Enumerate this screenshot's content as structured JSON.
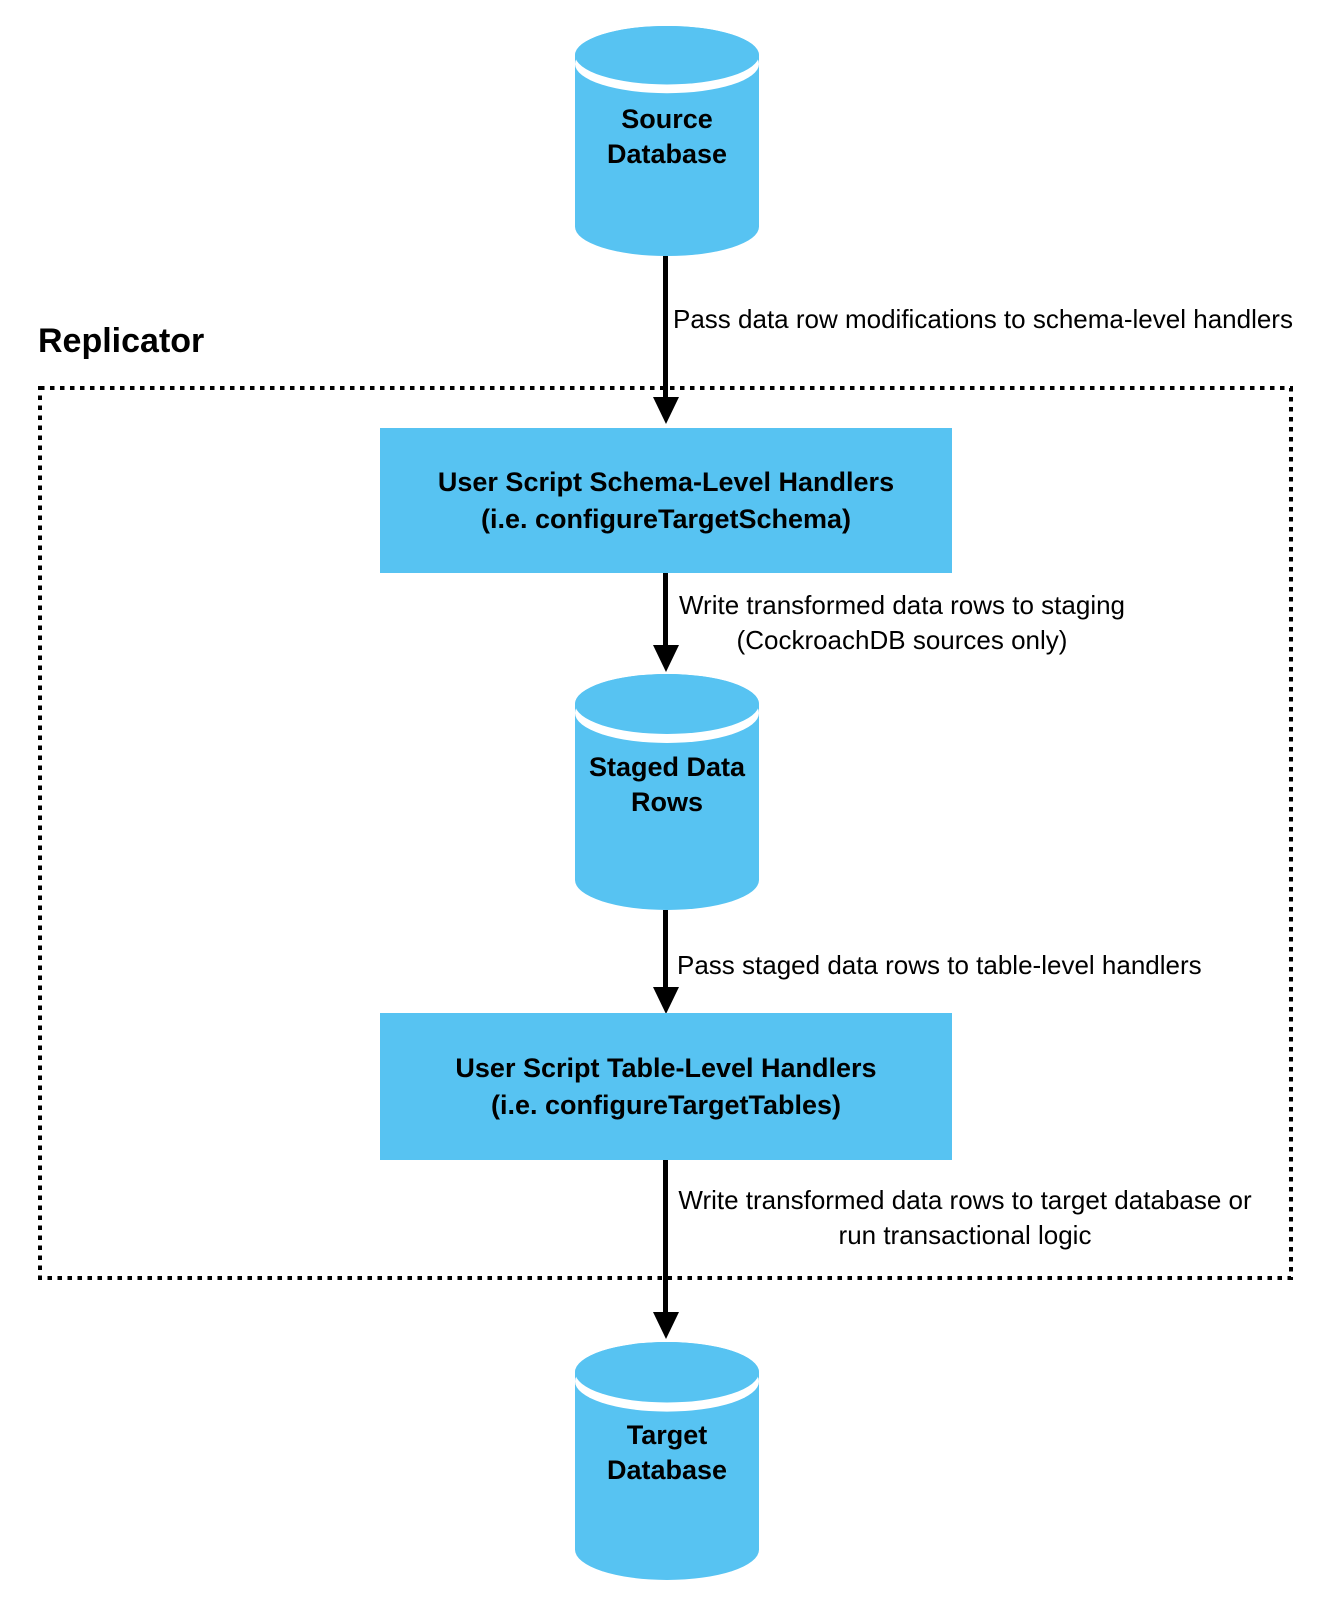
{
  "replicator": {
    "label": "Replicator"
  },
  "nodes": {
    "source_db": {
      "line1": "Source",
      "line2": "Database"
    },
    "schema_handlers": {
      "line1": "User Script Schema-Level Handlers",
      "line2": "(i.e. configureTargetSchema)"
    },
    "staged_rows": {
      "line1": "Staged Data",
      "line2": "Rows"
    },
    "table_handlers": {
      "line1": "User Script Table-Level Handlers",
      "line2": "(i.e. configureTargetTables)"
    },
    "target_db": {
      "line1": "Target",
      "line2": "Database"
    }
  },
  "edges": {
    "source_to_schema": {
      "line1": "Pass data row modifications to schema-level handlers"
    },
    "schema_to_staging": {
      "line1": "Write transformed data rows to staging",
      "line2": "(CockroachDB sources only)"
    },
    "staging_to_table": {
      "line1": "Pass staged data rows to table-level handlers"
    },
    "table_to_target": {
      "line1": "Write transformed data rows to target database or",
      "line2": "run transactional logic"
    }
  },
  "colors": {
    "shape_fill": "#57C3F2",
    "line": "#000000",
    "text": "#000000"
  }
}
